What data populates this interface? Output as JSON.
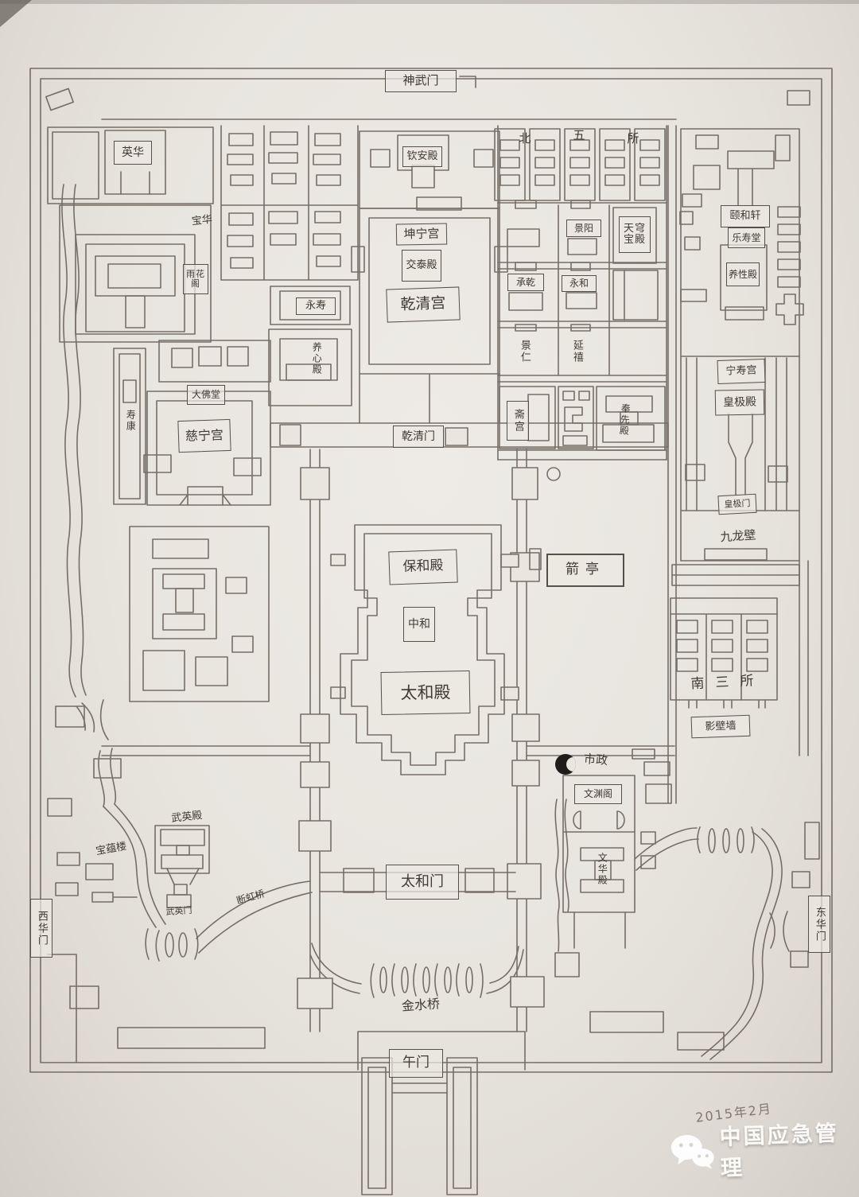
{
  "labels": {
    "shenwumen": "神武门",
    "qinandian": "钦安殿",
    "kunninggong": "坤宁宫",
    "jiaotaidian": "交泰殿",
    "qianqinggong": "乾清宫",
    "qianqingmen": "乾清门",
    "baohedian": "保和殿",
    "zhonghe": "中和",
    "taihedian": "太和殿",
    "taihemen": "太和门",
    "jinshuiqiao": "金水桥",
    "wumen": "午门",
    "yinghua": "英华",
    "baohua": "宝华",
    "yuhuage": "雨花阁",
    "shoukang": "寿康",
    "dafotang": "大佛堂",
    "cininggong": "慈宁宫",
    "yongshou": "永寿",
    "yangxindian": "养心殿",
    "bei": "北",
    "wu5": "五",
    "suo": "所",
    "jingyang": "景阳",
    "tianqiongbaodian": "天穹宝殿",
    "chengqian": "承乾",
    "yonghe": "永和",
    "jingren": "景仁",
    "yanxi": "延禧",
    "zhaigong": "斋宫",
    "fengxiandian": "奉先殿",
    "yihexuan": "颐和轩",
    "leshoutang": "乐寿堂",
    "yangxingdian": "养性殿",
    "ningshougong": "宁寿宫",
    "huangjidian": "皇极殿",
    "huangjimen": "皇极门",
    "jiulongbi": "九龙壁",
    "nansansuo": "南三所",
    "yingbiqiang": "影壁墙",
    "jianting": "箭亭",
    "shizheng": "市政",
    "wenyuange": "文渊阁",
    "wenhuadian": "文华殿",
    "donghuamen": "东华门",
    "xihuamen": "西华门",
    "baoyunlou": "宝蕴楼",
    "wuyingdian": "武英殿",
    "wuyingmen": "武英门",
    "duanhongqiao": "断虹桥"
  },
  "watermark": {
    "brand": "中国应急管理",
    "handwritten_date": "2015年2月",
    "icon": "wechat-icon"
  },
  "colors": {
    "pencil": "#6a6259",
    "paper": "#e9e6e0",
    "label_ink": "#3f3a33",
    "watermark": "#fdfdfb"
  }
}
